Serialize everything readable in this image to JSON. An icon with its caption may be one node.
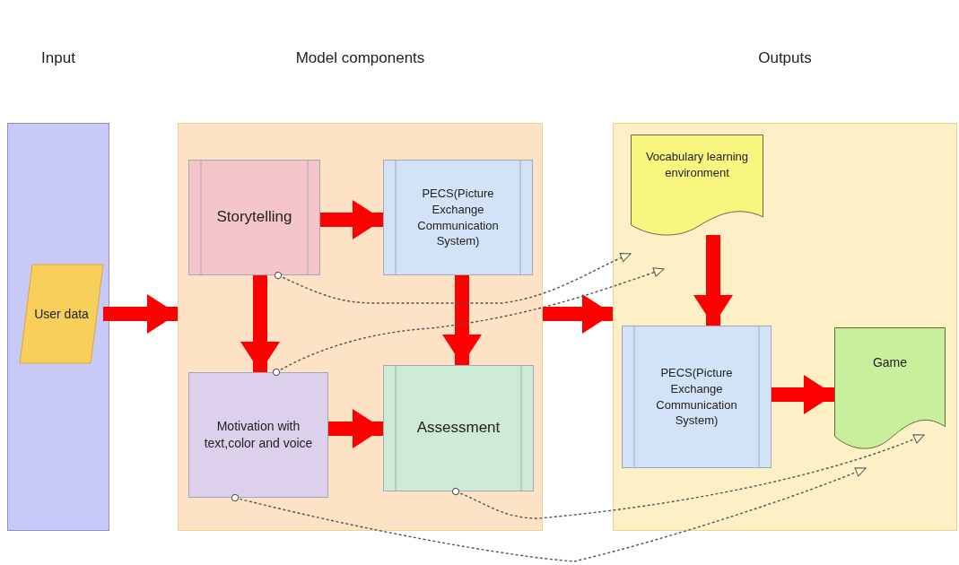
{
  "diagram": {
    "nodes": [
      {
        "text": [
          "Input"
        ]
      },
      {
        "text": [
          "User data"
        ],
        "in": 0
      },
      {
        "text": [
          "Model components"
        ]
      },
      {
        "text": [
          "Storytelling"
        ],
        "in": 2
      },
      {
        "text": [
          "PECS(Picture Exchange Communication System)"
        ],
        "in": 2
      },
      {
        "text": [
          "Motivation with text,color and voice"
        ],
        "in": 2
      },
      {
        "text": [
          "Assessment"
        ],
        "in": 2
      },
      {
        "text": [
          "Outputs"
        ]
      },
      {
        "text": [
          "Vocabulary learning environment"
        ],
        "in": 7
      },
      {
        "text": [
          "PECS(Picture Exchange Communication System)"
        ],
        "in": 7
      },
      {
        "text": [
          "Game"
        ],
        "in": 7
      }
    ],
    "edges": [
      {
        "from": 1,
        "to": 2,
        "arrow": "to"
      },
      {
        "from": 3,
        "to": 4,
        "arrow": "to"
      },
      {
        "from": 3,
        "to": 5,
        "arrow": "to"
      },
      {
        "from": 4,
        "to": 6,
        "arrow": "to"
      },
      {
        "from": 5,
        "to": 6,
        "arrow": "to"
      },
      {
        "from": 2,
        "to": 7,
        "arrow": "to"
      },
      {
        "from": 8,
        "to": 9,
        "arrow": "to"
      },
      {
        "from": 9,
        "to": 10,
        "arrow": "to"
      },
      {
        "from": 3,
        "to": 8,
        "arrow": "to",
        "style": "dashed",
        "color": "#555555"
      },
      {
        "from": 5,
        "to": 8,
        "arrow": "to",
        "style": "dashed",
        "color": "#555555"
      },
      {
        "from": 6,
        "to": 10,
        "arrow": "to",
        "style": "dashed",
        "color": "#555555"
      },
      {
        "from": 5,
        "to": 10,
        "arrow": "to",
        "style": "dashed",
        "color": "#555555"
      }
    ]
  }
}
